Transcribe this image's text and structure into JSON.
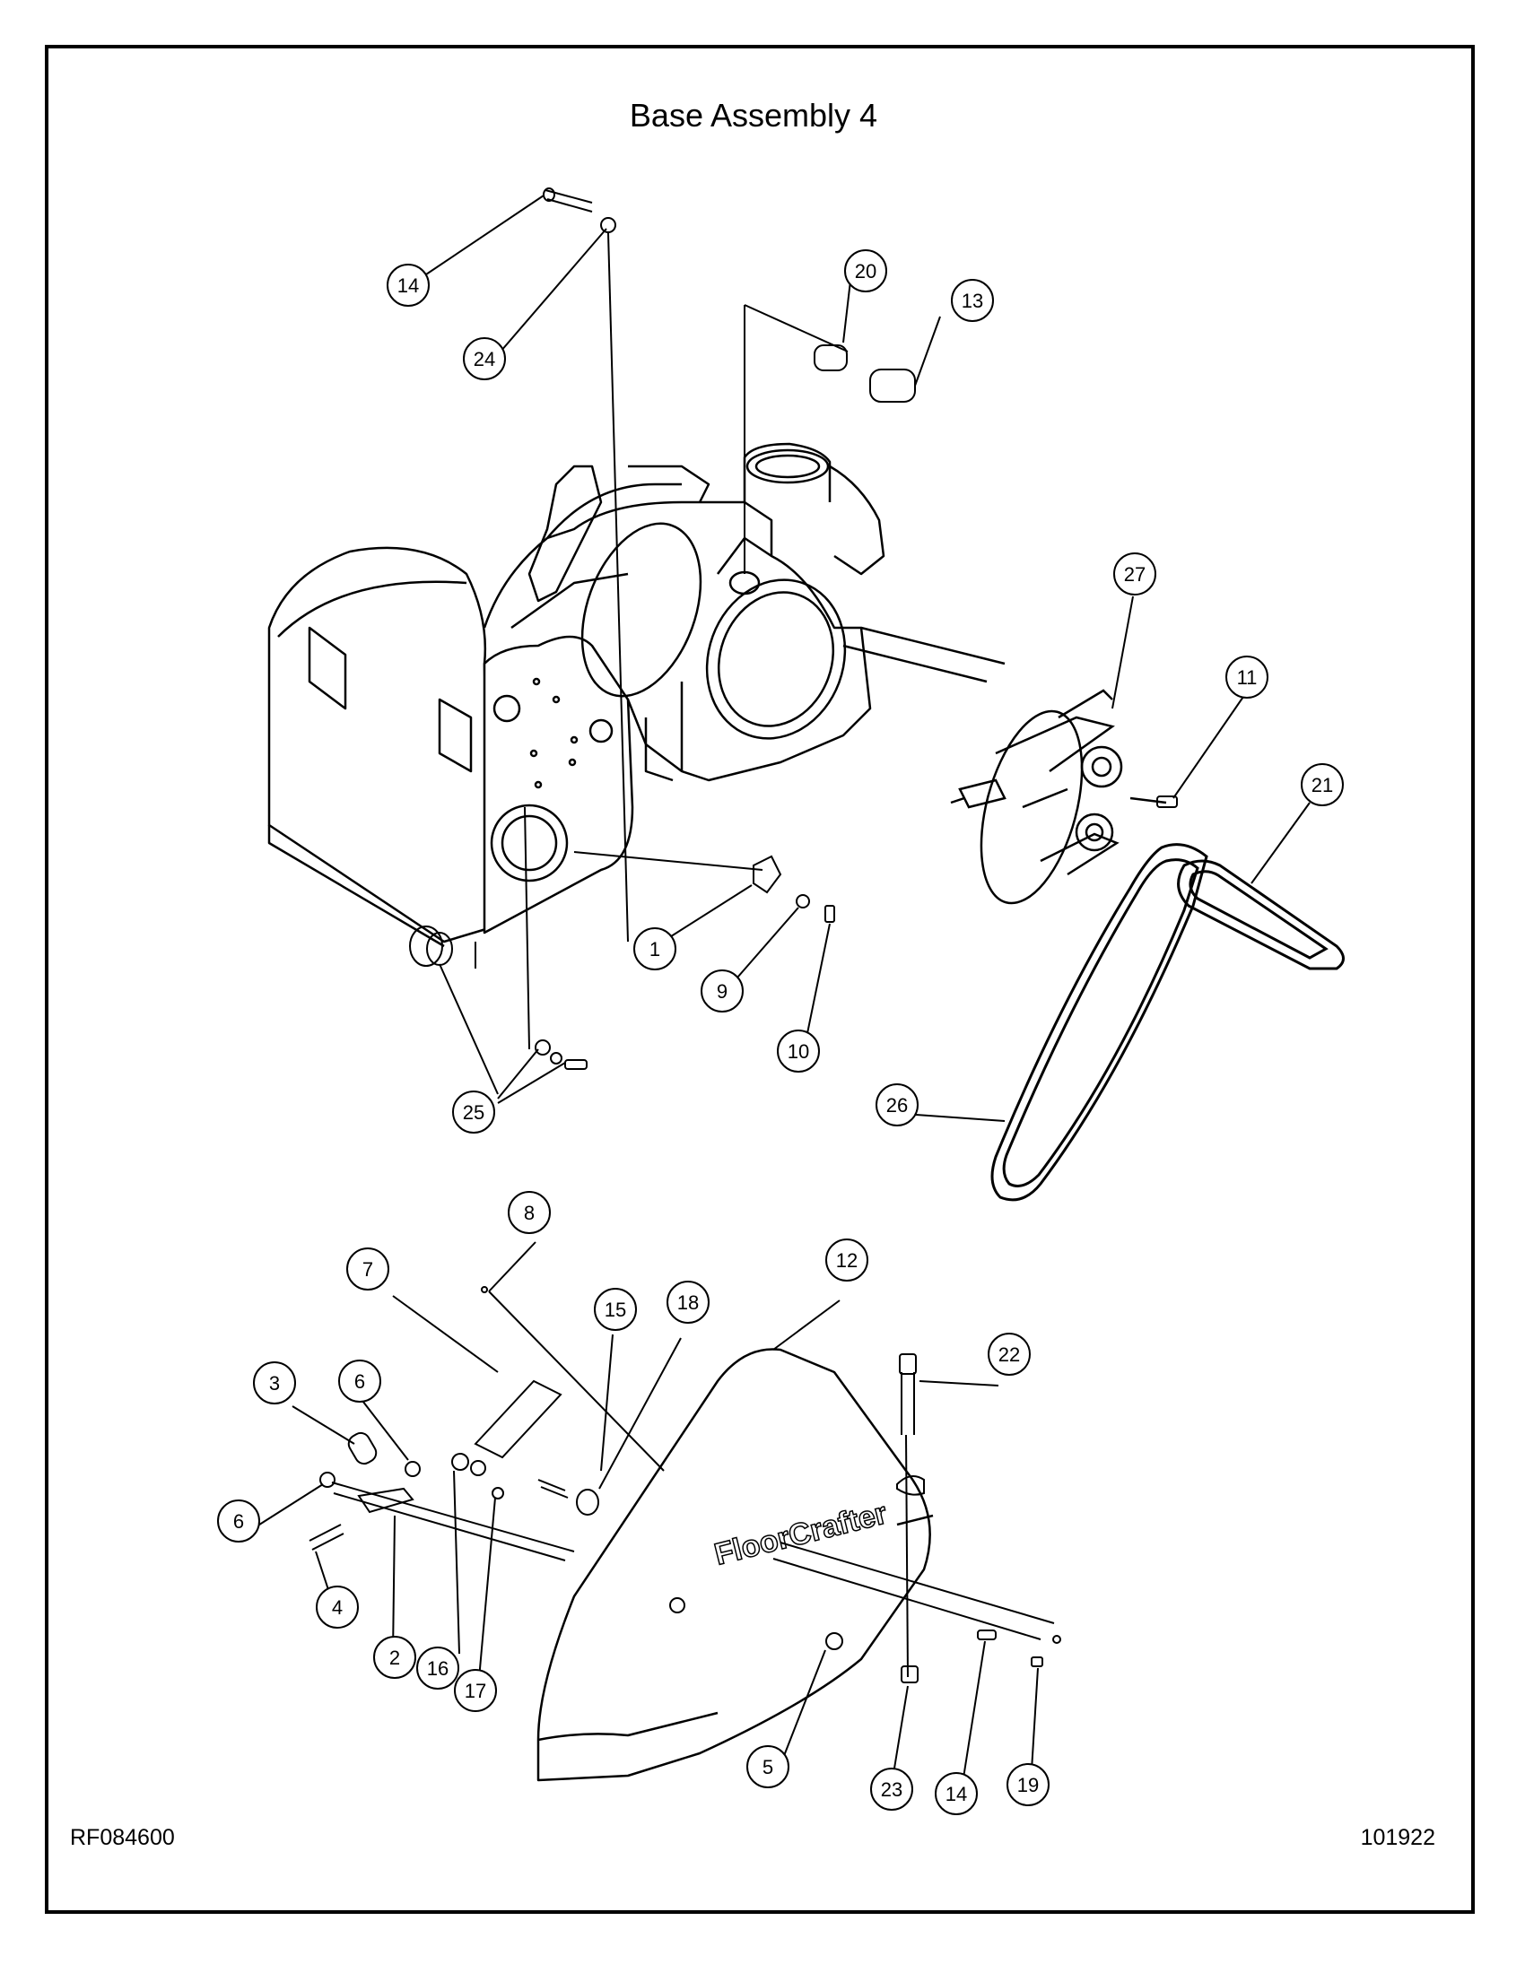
{
  "title": "Base Assembly 4",
  "part_code": "RF084600",
  "doc_number": "101922",
  "brand_text": "FloorCrafter",
  "callouts": [
    "1",
    "2",
    "3",
    "4",
    "5",
    "6",
    "6",
    "7",
    "8",
    "9",
    "10",
    "11",
    "12",
    "13",
    "14",
    "14",
    "15",
    "16",
    "17",
    "18",
    "19",
    "20",
    "21",
    "22",
    "23",
    "24",
    "25",
    "26",
    "27"
  ]
}
